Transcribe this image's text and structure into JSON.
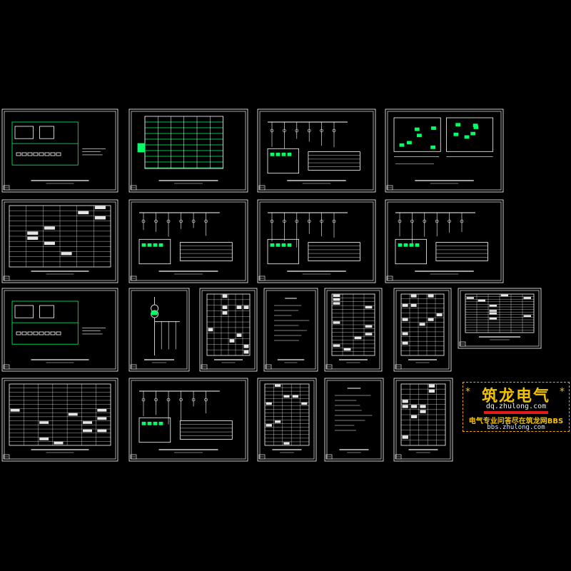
{
  "view": {
    "background": "#000000",
    "line_color": "#ffffff",
    "accent_color": "#00ff66"
  },
  "watermark": {
    "title": "筑龙电气",
    "star_left": "*",
    "star_right": "*",
    "url_primary": "dq.zhulong.com",
    "slogan": "电气专业问答尽在筑龙网BBS",
    "url_secondary": "bbs.zhulong.com",
    "title_color": "#f2c200",
    "bar_color": "#e21a1a"
  }
}
